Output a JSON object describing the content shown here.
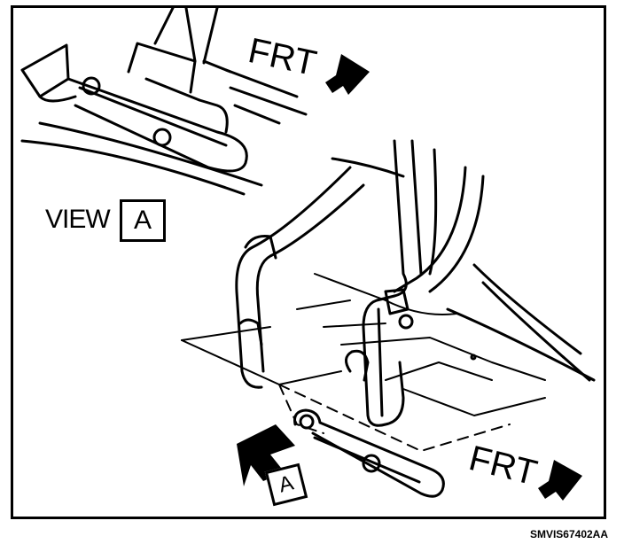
{
  "labels": {
    "view": "VIEW",
    "view_ref": "A",
    "front_top": "FRT",
    "front_bottom": "FRT",
    "view_marker": "A"
  },
  "code": "SMVIS67402AA",
  "colors": {
    "ink": "#000000",
    "paper": "#ffffff"
  }
}
